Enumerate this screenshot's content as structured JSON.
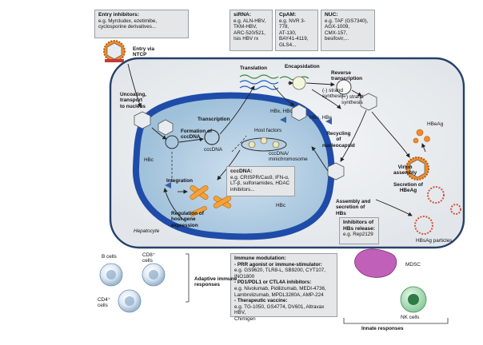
{
  "entry_inhibitors": {
    "title": "Entry inhibitors:",
    "body": "e.g. Myrcludex, ezetimibe,\ncyclosporine derivatives..."
  },
  "sirna": {
    "title": "siRNA:",
    "body": "e.g. ALN-HBV,\nTKM-HBV,\nARC-520/521,\nIsis HBV rx"
  },
  "cpam": {
    "title": "CpAM:",
    "body": "e.g. NVR 3-778,\nAT-130,\nBAY41-4119,\nGLS4..."
  },
  "nuc": {
    "title": "NUC:",
    "body": "e.g. TAF (GS7340),\nAGX-1009,\nCMX-157,\nbesifovir,..."
  },
  "cccdna_box": {
    "title": "cccDNA:",
    "body": "e.g. CRISPR/Cas9, IFN-α,\nLT-β, sulfonamides, HDAC\ninhibitors..."
  },
  "hbs_release_box": {
    "title": "Inhibitors of\nHBs release:",
    "body": "e.g. Rep2129"
  },
  "immune_box": {
    "title": "Immune modulation:",
    "items": [
      {
        "head": "- PRR agonist or immune-stimulator:",
        "body": "e.g. GS9620, TLR8-L, SB9200, CYT107,\nINO1800"
      },
      {
        "head": "- PD1/PDL1 or CTL4A inhibitors:",
        "body": "e.g. Nivolumab, Pidilizumab, MEDI-4736,\nLambrolizumab, MPDL3280A, AMP-224"
      },
      {
        "head": "- Therapeutic vaccine:",
        "body": "e.g. TG-1050, GS4774, DV601, Altravax HBV,\nChimigen"
      }
    ]
  },
  "labels": {
    "entry_via_ntcp": "Entry via\nNTCP",
    "uncoating": "Uncoating,\ntransport\nto nucleus",
    "formation_cccdna": "Formation of\ncccDNA",
    "cccdna": "cccDNA",
    "transcription": "Transcription",
    "translation": "Translation",
    "encapsidation": "Encapsidation",
    "reverse_transcription": "Reverse\ntranscription",
    "minus_strand": "(-) strand\nsynthesis",
    "plus_strand": "(+) strand\nsynthesis",
    "hbx_hbc": "HBx, HBc",
    "hbs_hbe": "HBs, HBe",
    "host_factors": "Host factors",
    "cccdna_minichromosome": "cccDNA/\nminichromosome",
    "hbc_left": "HBc",
    "hbc_right": "HBc",
    "integration": "Integration",
    "regulation": "Regulation of\nhost-gene\nexpression",
    "recycling": "Recycling\nof\nnucleocapsid",
    "virion_assembly": "Virion\nassembly",
    "secretion_hbeag": "Secretion of\nHBeAg",
    "hbeag": "HBeAg",
    "assembly_secretion": "Assembly and\nsecretion of\nHBs",
    "hbsag_particles": "HBsAg particles",
    "hepatocyte": "Hepatocyte",
    "b_cells": "B cells",
    "cd8": "CD8⁺\ncells",
    "cd4": "CD4⁺\ncells",
    "adaptive": "Adaptive immune\nresponses",
    "mdsc": "MDSC",
    "nk_cells": "NK cells",
    "innate": "Innate responses"
  }
}
